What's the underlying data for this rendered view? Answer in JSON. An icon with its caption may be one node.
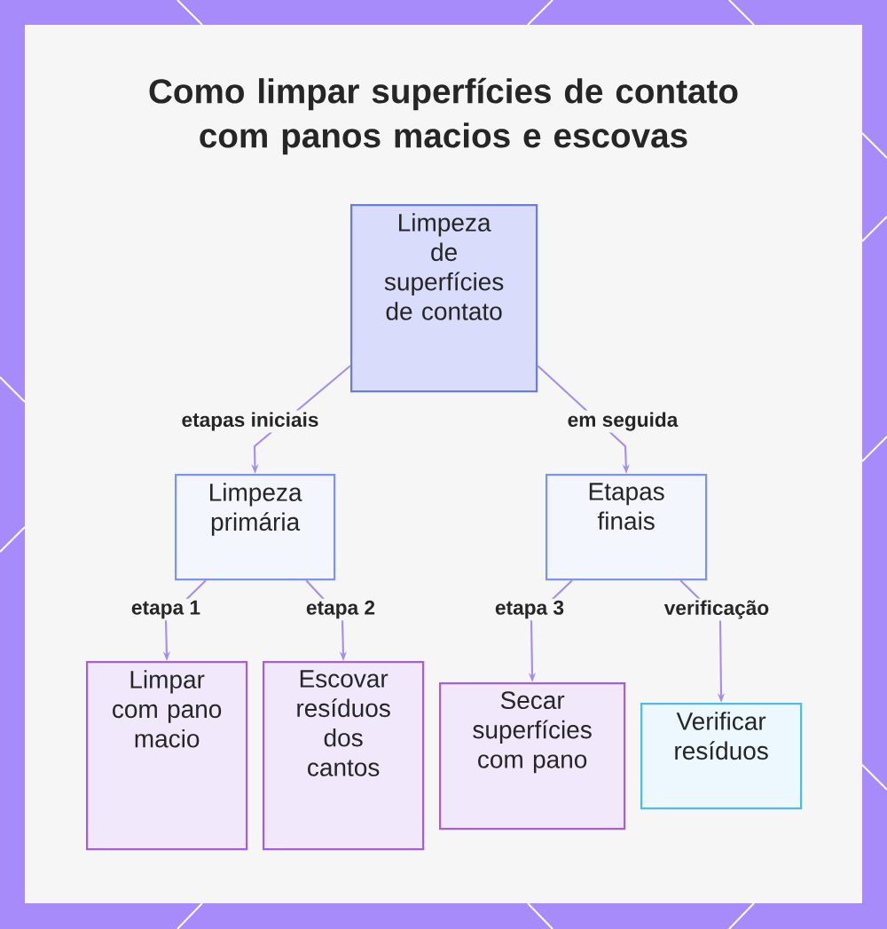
{
  "diagram": {
    "title": "Como limpar superfícies de contato com panos macios e escovas",
    "nodes": [
      {
        "text": [
          "Limpeza de superfícies de contato"
        ]
      },
      {
        "text": [
          "Limpeza primária"
        ]
      },
      {
        "text": [
          "Etapas finais"
        ]
      },
      {
        "text": [
          "Limpar com pano macio"
        ]
      },
      {
        "text": [
          "Escovar resíduos dos cantos"
        ]
      },
      {
        "text": [
          "Secar superfícies com pano"
        ]
      },
      {
        "text": [
          "Verificar resíduos"
        ]
      }
    ],
    "edges": [
      {
        "from": 0,
        "to": 1,
        "arrow": "to",
        "label": "etapas iniciais"
      },
      {
        "from": 0,
        "to": 2,
        "arrow": "to",
        "label": "em seguida"
      },
      {
        "from": 1,
        "to": 3,
        "arrow": "to",
        "label": "etapa 1"
      },
      {
        "from": 1,
        "to": 4,
        "arrow": "to",
        "label": "etapa 2"
      },
      {
        "from": 2,
        "to": 5,
        "arrow": "to",
        "label": "etapa 3"
      },
      {
        "from": 2,
        "to": 6,
        "arrow": "to",
        "label": "verificação"
      }
    ]
  }
}
